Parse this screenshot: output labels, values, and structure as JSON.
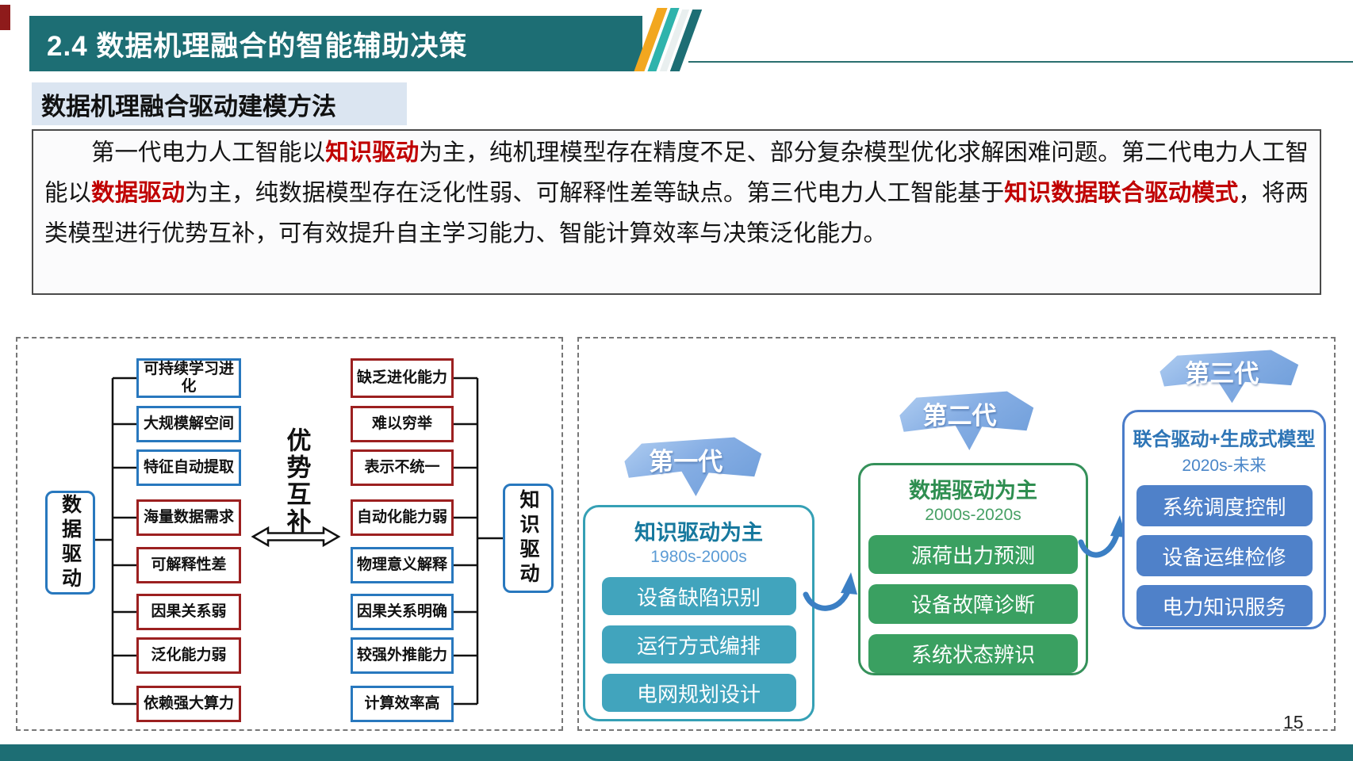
{
  "header": {
    "title": "2.4 数据机理融合的智能辅助决策"
  },
  "subtitle": {
    "text": "数据机理融合驱动建模方法"
  },
  "intro": {
    "segments": [
      {
        "text": "第一代电力人工智能以",
        "red": false
      },
      {
        "text": "知识驱动",
        "red": true
      },
      {
        "text": "为主，纯机理模型存在精度不足、部分复杂模型优化求解困难问题。第二代电力人工智能以",
        "red": false
      },
      {
        "text": "数据驱动",
        "red": true
      },
      {
        "text": "为主，纯数据模型存在泛化性弱、可解释性差等缺点。第三代电力人工智能基于",
        "red": false
      },
      {
        "text": "知识数据联合驱动模式",
        "red": true
      },
      {
        "text": "，将两类模型进行优势互补，可有效提升自主学习能力、智能计算效率与决策泛化能力。",
        "red": false
      }
    ]
  },
  "left_panel": {
    "data_box_label": "数据驱动",
    "knowledge_box_label": "知识驱动",
    "center_label": "优势互补",
    "data_items": [
      {
        "label": "可持续学习进化",
        "type": "advantage"
      },
      {
        "label": "大规模解空间",
        "type": "advantage"
      },
      {
        "label": "特征自动提取",
        "type": "advantage"
      },
      {
        "label": "海量数据需求",
        "type": "disadvantage"
      },
      {
        "label": "可解释性差",
        "type": "disadvantage"
      },
      {
        "label": "因果关系弱",
        "type": "disadvantage"
      },
      {
        "label": "泛化能力弱",
        "type": "disadvantage"
      },
      {
        "label": "依赖强大算力",
        "type": "disadvantage"
      }
    ],
    "knowledge_items": [
      {
        "label": "缺乏进化能力",
        "type": "disadvantage"
      },
      {
        "label": "难以穷举",
        "type": "disadvantage"
      },
      {
        "label": "表示不统一",
        "type": "disadvantage"
      },
      {
        "label": "自动化能力弱",
        "type": "disadvantage"
      },
      {
        "label": "物理意义解释",
        "type": "advantage"
      },
      {
        "label": "因果关系明确",
        "type": "advantage"
      },
      {
        "label": "较强外推能力",
        "type": "advantage"
      },
      {
        "label": "计算效率高",
        "type": "advantage"
      }
    ]
  },
  "right_panel": {
    "generations": [
      {
        "banner": "第一代",
        "title": "知识驱动为主",
        "period": "1980s-2000s",
        "items": [
          "设备缺陷识别",
          "运行方式编排",
          "电网规划设计"
        ],
        "theme": "teal"
      },
      {
        "banner": "第二代",
        "title": "数据驱动为主",
        "period": "2000s-2020s",
        "items": [
          "源荷出力预测",
          "设备故障诊断",
          "系统状态辨识"
        ],
        "theme": "green"
      },
      {
        "banner": "第三代",
        "title": "联合驱动+生成式模型",
        "period": "2020s-未来",
        "items": [
          "系统调度控制",
          "设备运维检修",
          "电力知识服务"
        ],
        "theme": "blue"
      }
    ]
  },
  "page_number": "15",
  "colors": {
    "header_teal": "#1d6e74",
    "accent_red": "#c00000",
    "advantage_blue": "#2878be",
    "disadvantage_red": "#9c2020",
    "gen1_button_teal": "#41a4bd",
    "gen2_button_green": "#3aa061",
    "gen3_button_blue": "#4f81c9",
    "banner_blue": "#86aee4",
    "stripe_orange": "#f2a71f",
    "stripe_teal": "#2fb3ac",
    "subtitle_bg": "#dbe5f1"
  }
}
